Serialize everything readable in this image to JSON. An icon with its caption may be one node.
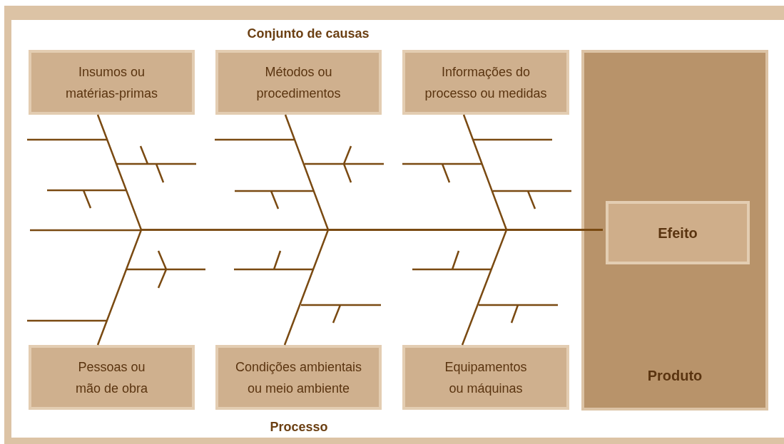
{
  "diagram": {
    "title": "Conjunto de causas",
    "nodes": [
      {
        "text": [
          "Insumos ou matérias-primas"
        ]
      },
      {
        "text": [
          "Métodos ou procedimentos"
        ]
      },
      {
        "text": [
          "Informações do processo ou medidas"
        ]
      },
      {
        "text": [
          "Produto"
        ]
      },
      {
        "text": [
          "Efeito"
        ],
        "in": 3
      },
      {
        "text": [
          "Pessoas ou mão de obra"
        ]
      },
      {
        "text": [
          "Condições ambientais ou meio ambiente"
        ]
      },
      {
        "text": [
          "Equipamentos ou máquinas"
        ]
      }
    ],
    "edges": [
      {
        "from": 0,
        "to": 4,
        "arrow": "none"
      },
      {
        "from": 1,
        "to": 4,
        "arrow": "none"
      },
      {
        "from": 2,
        "to": 4,
        "arrow": "none"
      },
      {
        "from": 5,
        "to": 4,
        "arrow": "none"
      },
      {
        "from": 6,
        "to": 4,
        "arrow": "none"
      },
      {
        "from": 7,
        "to": 4,
        "arrow": "none"
      }
    ],
    "labels": [
      "Processo"
    ]
  }
}
